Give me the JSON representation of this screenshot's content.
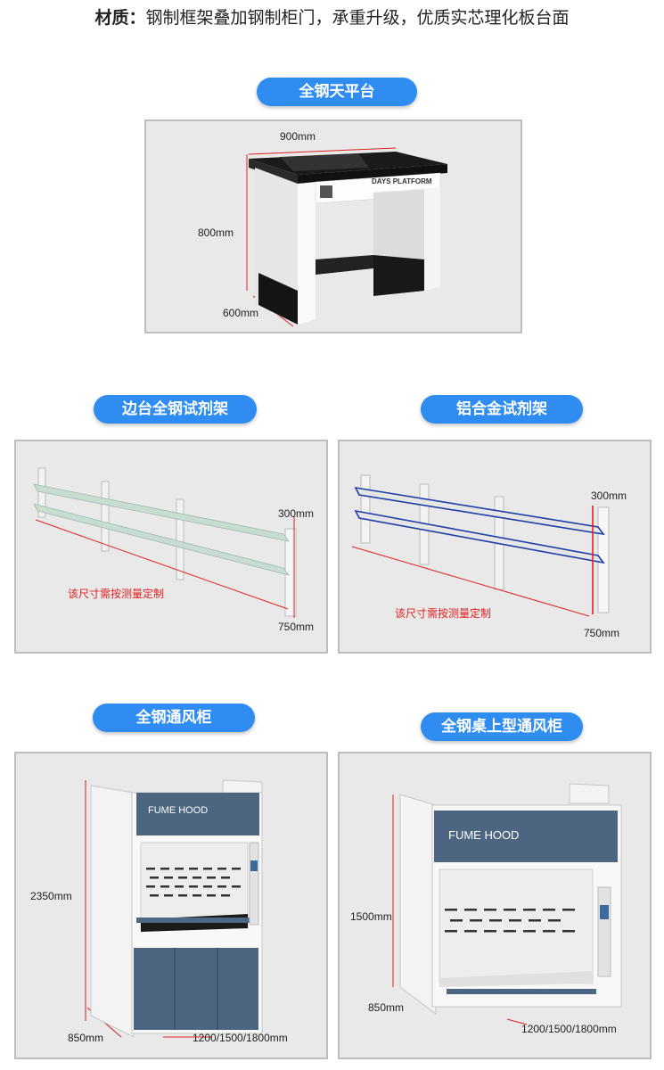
{
  "header": {
    "label": "材质：",
    "text": "钢制框架叠加钢制柜门，承重升级，优质实芯理化板台面"
  },
  "sections": [
    {
      "title": "全钢天平台",
      "product_text": "DAYS PLATFORM",
      "dims": {
        "width": "900mm",
        "height": "800mm",
        "depth": "600mm"
      }
    },
    {
      "title": "边台全钢试剂架",
      "dims": {
        "height": "300mm",
        "depth": "750mm"
      },
      "note": "该尺寸需按测量定制"
    },
    {
      "title": "铝合金试剂架",
      "dims": {
        "height": "300mm",
        "depth": "750mm"
      },
      "note": "该尺寸需按测量定制"
    },
    {
      "title": "全钢通风柜",
      "product_text": "FUME HOOD",
      "dims": {
        "height": "2350mm",
        "depth": "850mm",
        "width": "1200/1500/1800mm"
      }
    },
    {
      "title": "全钢桌上型通风柜",
      "product_text": "FUME HOOD",
      "dims": {
        "height": "1500mm",
        "depth": "850mm",
        "width": "1200/1500/1800mm"
      }
    }
  ],
  "colors": {
    "pill": "#2f8cf0",
    "panel_bg": "#e9e9e9",
    "hood_blue": "#4c6580",
    "dim_line": "#e02020"
  }
}
